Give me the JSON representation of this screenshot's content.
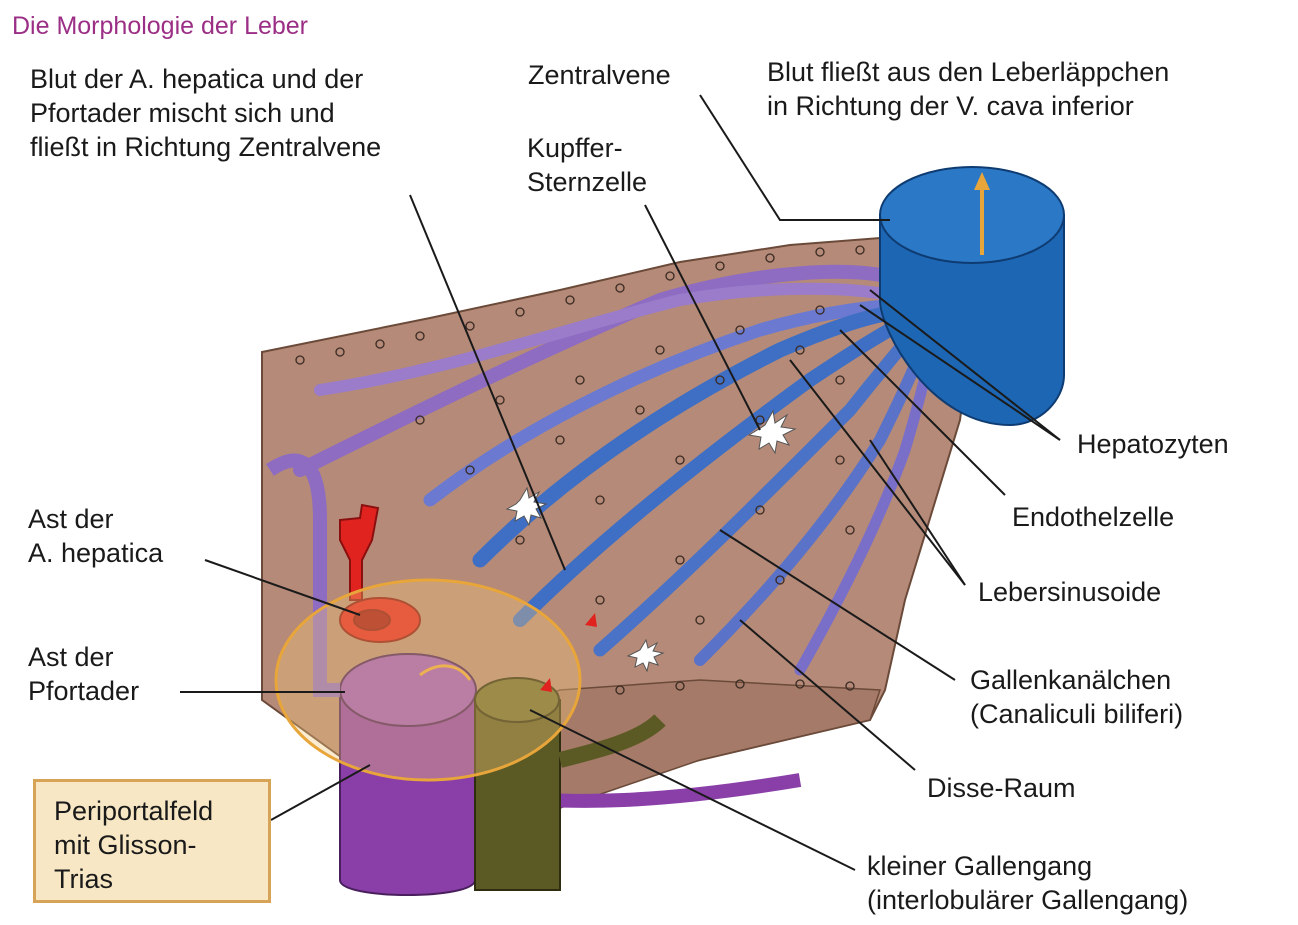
{
  "title": "Die Morphologie der Leber",
  "labels": {
    "mix": "Blut der A. hepatica und der\nPfortader mischt sich und\nfließt in Richtung Zentralvene",
    "zentralvene": "Zentralvene",
    "blutfluss": "Blut fließt aus den Leberläppchen\nin Richtung der V. cava inferior",
    "kupffer": "Kupffer-\nSternzelle",
    "hepatozyten": "Hepatozyten",
    "endothel": "Endothelzelle",
    "sinusoide": "Lebersinusoide",
    "gallenkanal": "Gallenkanälchen\n(Canaliculi biliferi)",
    "disse": "Disse-Raum",
    "gallengang": "kleiner Gallengang\n(interlobulärer Gallengang)",
    "ast_hepatica": "Ast der\nA. hepatica",
    "ast_pfortader": "Ast der\nPfortader",
    "periportal": "Periportalfeld\nmit Glisson-\nTrias"
  },
  "colors": {
    "title": "#9b2f86",
    "tissue": "#b58a78",
    "sinusoid_blue": "#3f6fc4",
    "sinusoid_violet": "#8e6cc2",
    "portal_vein": "#8a3fa8",
    "hepatic_artery": "#e0231f",
    "bile_duct": "#5c5a24",
    "central_vein": "#1d66b3",
    "periportal_ring": "#e8a53a",
    "box_fill": "#f7e7c4"
  }
}
